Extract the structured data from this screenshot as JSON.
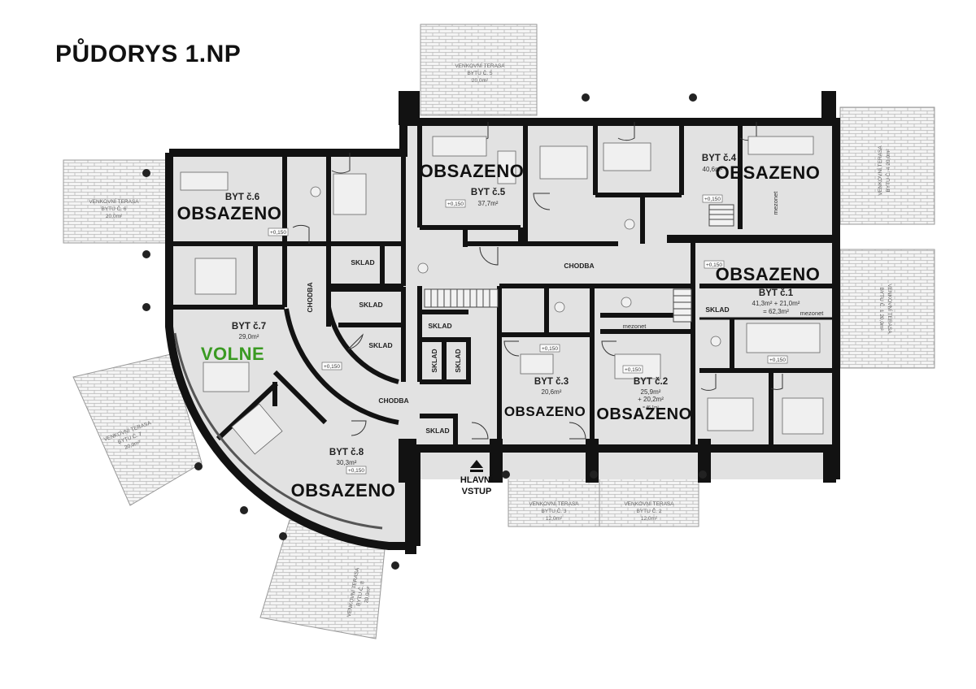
{
  "title": "PŮDORYS 1.NP",
  "entrance": {
    "line1": "HLAVNÍ",
    "line2": "VSTUP"
  },
  "corridor_label": "CHODBA",
  "storage_label": "SKLAD",
  "mezonet_label": "mezonet",
  "level_mark": "+0,150",
  "apartments": [
    {
      "id": "byt1",
      "name": "BYT č.1",
      "area_line1": "41,3m² + 21,0m²",
      "area_line2": "= 62,3m²",
      "status": "OBSAZENO"
    },
    {
      "id": "byt2",
      "name": "BYT č.2",
      "area_line1": "25,9m²",
      "area_line2": "+ 20,2m²",
      "area_line3": "= 46,1m²",
      "status": "OBSAZENO"
    },
    {
      "id": "byt3",
      "name": "BYT č.3",
      "area_line1": "20,6m²",
      "status": "OBSAZENO"
    },
    {
      "id": "byt4",
      "name": "BYT č.4",
      "area_line1": "40,6m²",
      "status": "OBSAZENO"
    },
    {
      "id": "byt5",
      "name": "BYT č.5",
      "area_line1": "37,7m²",
      "status": "OBSAZENO"
    },
    {
      "id": "byt6",
      "name": "BYT č.6",
      "status": "OBSAZENO"
    },
    {
      "id": "byt7",
      "name": "BYT č.7",
      "area_line1": "29,0m²",
      "status": "VOLNE"
    },
    {
      "id": "byt8",
      "name": "BYT č.8",
      "area_line1": "30,3m²",
      "status": "OBSAZENO"
    }
  ],
  "terraces": {
    "t5": {
      "line1": "VENKOVNÍ TERASA",
      "line2": "BYTU Č. 5",
      "line3": "20,0m²"
    },
    "t6": {
      "line1": "VENKOVNÍ TERASA",
      "line2": "BYTU Č. 6",
      "line3": "20,0m²"
    },
    "t4": {
      "line1": "VENKOVNÍ TERASA",
      "line2": "BYTU Č. 4 20,0m²"
    },
    "t1": {
      "line1": "VENKOVNÍ TERASA",
      "line2": "BYTU Č. 1 20,0m²"
    },
    "t3": {
      "line1": "VENKOVNÍ TERASA",
      "line2": "BYTU Č. 3",
      "line3": "12,0m²"
    },
    "t2": {
      "line1": "VENKOVNÍ TERASA",
      "line2": "BYTU Č. 2",
      "line3": "12,0m²"
    },
    "t7": {
      "line1": "VENKOVNÍ TERASA",
      "line2": "BYTU Č. 7",
      "line3": "20,0m²"
    },
    "t8": {
      "line1": "VENKOVNÍ TERASA",
      "line2": "BYTU Č. 8",
      "line3": "20,0m²"
    }
  },
  "colors": {
    "wall": "#121212",
    "floor": "#e2e2e2",
    "free": "#3a9a22",
    "terrace_brick": "#bbbbbb"
  }
}
